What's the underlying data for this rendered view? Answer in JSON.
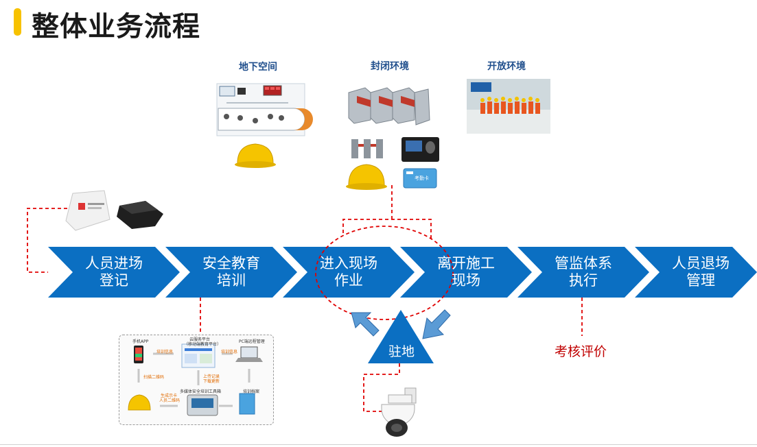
{
  "title": "整体业务流程",
  "categories": {
    "underground": "地下空间",
    "closed": "封闭环境",
    "open": "开放环境"
  },
  "steps": [
    {
      "line1": "人员进场",
      "line2": "登记"
    },
    {
      "line1": "安全教育",
      "line2": "培训"
    },
    {
      "line1": "进入现场",
      "line2": "作业"
    },
    {
      "line1": "离开施工",
      "line2": "现场"
    },
    {
      "line1": "管监体系",
      "line2": "执行"
    },
    {
      "line1": "人员退场",
      "line2": "管理"
    }
  ],
  "station_label": "驻地",
  "assessment_label": "考核评价",
  "training_diagram": {
    "mobile_app": "手机APP",
    "cloud_platform": "云服务平台",
    "cloud_sub": "（移动端教育平台）",
    "pc_manage": "PC端远程管理",
    "training_info_1": "培训信息",
    "training_info_2": "培训信息",
    "scan_qr": "扫描二维码",
    "upload": "上传记录",
    "download": "下载更新",
    "multimedia": "多媒体安全培训工具箱",
    "generate": "生成示卡",
    "face_qr": "人员二维码",
    "archive": "培训档案"
  },
  "card_text": "考勤卡",
  "colors": {
    "arrow_blue": "#0b6fc2",
    "title_accent": "#f7c200",
    "dashed_red": "#e00000",
    "cat_label": "#1f4e8c"
  }
}
